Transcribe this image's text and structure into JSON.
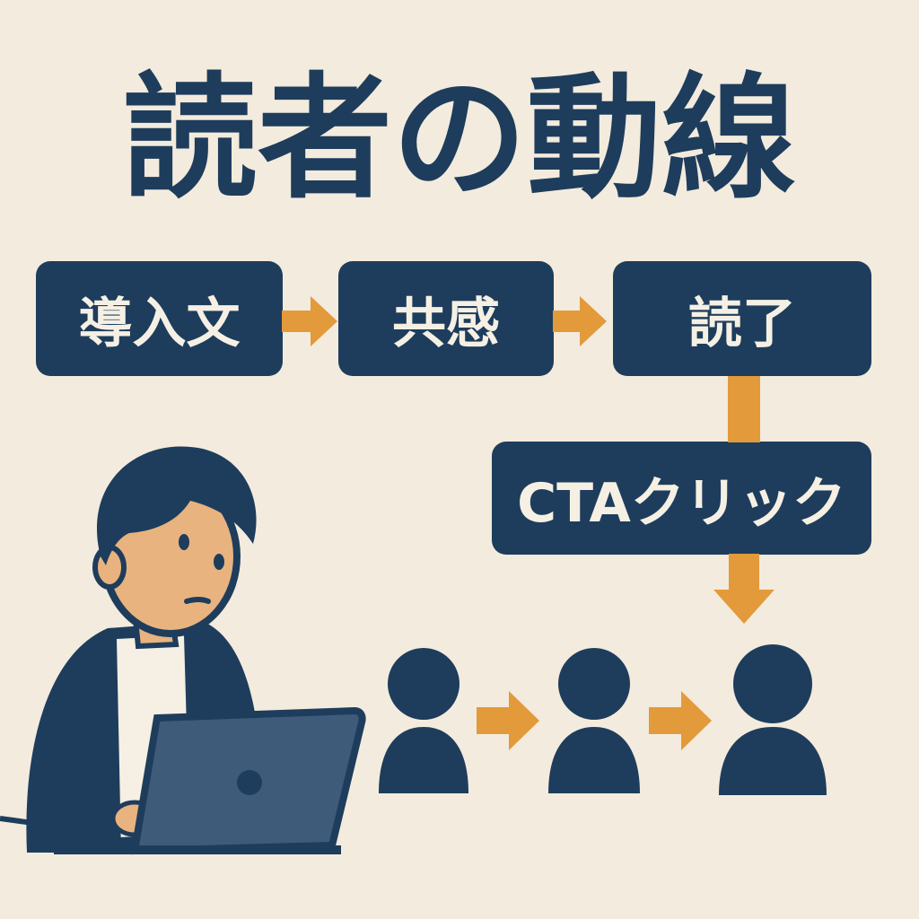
{
  "title": "読者の動線",
  "steps": [
    {
      "label": "導入文"
    },
    {
      "label": "共感"
    },
    {
      "label": "読了"
    },
    {
      "label": "CTAクリック"
    }
  ],
  "colors": {
    "background": "#f3ebdd",
    "navy": "#1e3d5c",
    "accent": "#e39a3b",
    "box_text": "#f6f0e4",
    "skin": "#e8b37f"
  },
  "icons": [
    "person-icon",
    "laptop-icon",
    "arrow-right-icon",
    "arrow-down-icon"
  ]
}
